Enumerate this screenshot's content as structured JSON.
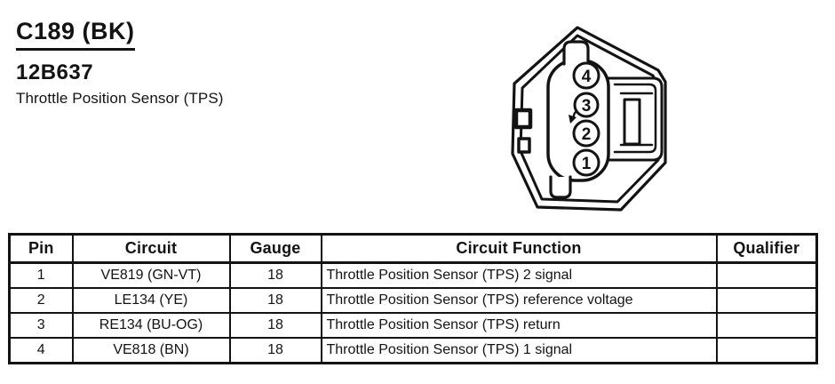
{
  "page": {
    "connector_id": "C189 (BK)",
    "part_number": "12B637",
    "part_name": "Throttle Position Sensor (TPS)"
  },
  "diagram": {
    "description": "4-pin connector face view, pins numbered top to bottom",
    "pins": [
      "4",
      "3",
      "2",
      "1"
    ]
  },
  "table": {
    "headers": [
      "Pin",
      "Circuit",
      "Gauge",
      "Circuit Function",
      "Qualifier"
    ],
    "rows": [
      {
        "pin": "1",
        "circuit": "VE819 (GN-VT)",
        "gauge": "18",
        "function": "Throttle Position Sensor (TPS) 2 signal",
        "qualifier": ""
      },
      {
        "pin": "2",
        "circuit": "LE134 (YE)",
        "gauge": "18",
        "function": "Throttle Position Sensor (TPS) reference voltage",
        "qualifier": ""
      },
      {
        "pin": "3",
        "circuit": "RE134 (BU-OG)",
        "gauge": "18",
        "function": "Throttle Position Sensor (TPS) return",
        "qualifier": ""
      },
      {
        "pin": "4",
        "circuit": "VE818 (BN)",
        "gauge": "18",
        "function": "Throttle Position Sensor (TPS) 1 signal",
        "qualifier": ""
      }
    ]
  },
  "colors": {
    "ink": "#131313",
    "paper": "#ffffff"
  }
}
